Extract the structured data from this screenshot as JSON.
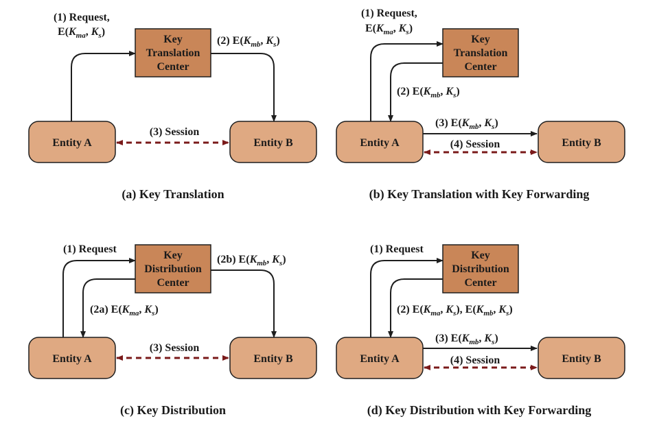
{
  "colors": {
    "entity_fill": "#dfa982",
    "center_fill": "#c98658",
    "border": "#1e1e1e",
    "arrow": "#1e1e1e",
    "session": "#7a1a1a",
    "text": "#1a1a1a"
  },
  "panels": [
    {
      "id": "a",
      "caption": "(a) Key Translation",
      "entity_a": "Entity A",
      "entity_b": "Entity B",
      "center_lines": [
        "Key",
        "Translation",
        "Center"
      ],
      "session": "(3)  Session",
      "step_request": "(1) Request,",
      "msg_ma_prefix": "E(",
      "msg_ma_k1": "K",
      "msg_ma_s1": "ma",
      "msg_ma_sep": ", ",
      "msg_ma_k2": "K",
      "msg_ma_s2": "s",
      "msg_ma_close": ")",
      "step2_prefix": "(2) E(",
      "step2_k1": "K",
      "step2_s1": "mb",
      "step2_sep": ", ",
      "step2_k2": "K",
      "step2_s2": "s",
      "step2_close": ")"
    },
    {
      "id": "b",
      "caption": "(b) Key Translation with Key Forwarding",
      "entity_a": "Entity A",
      "entity_b": "Entity B",
      "center_lines": [
        "Key",
        "Translation",
        "Center"
      ],
      "session": "(4)  Session",
      "step_request": "(1) Request,",
      "msg_ma_prefix": "E(",
      "msg_ma_k1": "K",
      "msg_ma_s1": "ma",
      "msg_ma_sep": ", ",
      "msg_ma_k2": "K",
      "msg_ma_s2": "s",
      "msg_ma_close": ")",
      "step2_prefix": "(2) E(",
      "step2_k1": "K",
      "step2_s1": "mb",
      "step2_sep": ", ",
      "step2_k2": "K",
      "step2_s2": "s",
      "step2_close": ")",
      "step3_prefix": "(3) E(",
      "step3_k1": "K",
      "step3_s1": "mb",
      "step3_sep": ", ",
      "step3_k2": "K",
      "step3_s2": "s",
      "step3_close": ")"
    },
    {
      "id": "c",
      "caption": "(c) Key Distribution",
      "entity_a": "Entity A",
      "entity_b": "Entity B",
      "center_lines": [
        "Key",
        "Distribution",
        "Center"
      ],
      "session": "(3)  Session",
      "step_request": "(1) Request",
      "step2a_prefix": "(2a) E(",
      "step2a_k1": "K",
      "step2a_s1": "ma",
      "step2a_sep": ", ",
      "step2a_k2": "K",
      "step2a_s2": "s",
      "step2a_close": ")",
      "step2b_prefix": "(2b) E(",
      "step2b_k1": "K",
      "step2b_s1": "mb",
      "step2b_sep": ", ",
      "step2b_k2": "K",
      "step2b_s2": "s",
      "step2b_close": ")"
    },
    {
      "id": "d",
      "caption": "(d) Key Distribution with Key Forwarding",
      "entity_a": "Entity A",
      "entity_b": "Entity B",
      "center_lines": [
        "Key",
        "Distribution",
        "Center"
      ],
      "session": "(4)  Session",
      "step_request": "(1) Request",
      "step2_prefix": "(2) E(",
      "step2_k1": "K",
      "step2_s1": "ma",
      "step2_sep": ", ",
      "step2_k2": "K",
      "step2_s2": "s",
      "step2_mid": "), E(",
      "step2_k3": "K",
      "step2_s3": "mb",
      "step2_sep2": ", ",
      "step2_k4": "K",
      "step2_s4": "s",
      "step2_close": ")",
      "step3_prefix": "(3) E(",
      "step3_k1": "K",
      "step3_s1": "mb",
      "step3_sep": ", ",
      "step3_k2": "K",
      "step3_s2": "s",
      "step3_close": ")"
    }
  ]
}
